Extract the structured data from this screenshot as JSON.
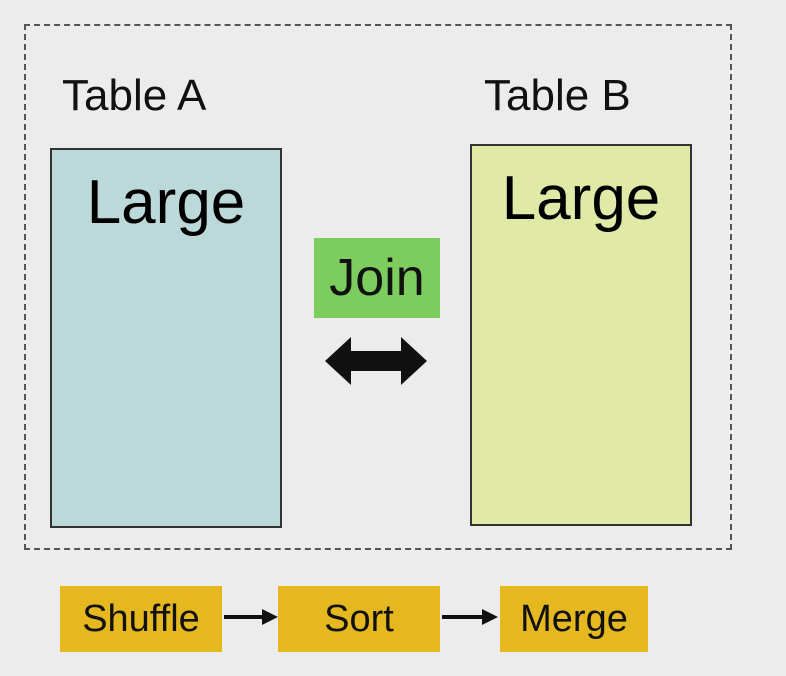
{
  "table_a": {
    "title": "Table A",
    "size_label": "Large",
    "color": "#bcd9d9"
  },
  "table_b": {
    "title": "Table B",
    "size_label": "Large",
    "color": "#e0eaa6"
  },
  "join": {
    "label": "Join",
    "color": "#7ccc5e"
  },
  "pipeline": {
    "steps": [
      "Shuffle",
      "Sort",
      "Merge"
    ],
    "color": "#e6b81f"
  }
}
